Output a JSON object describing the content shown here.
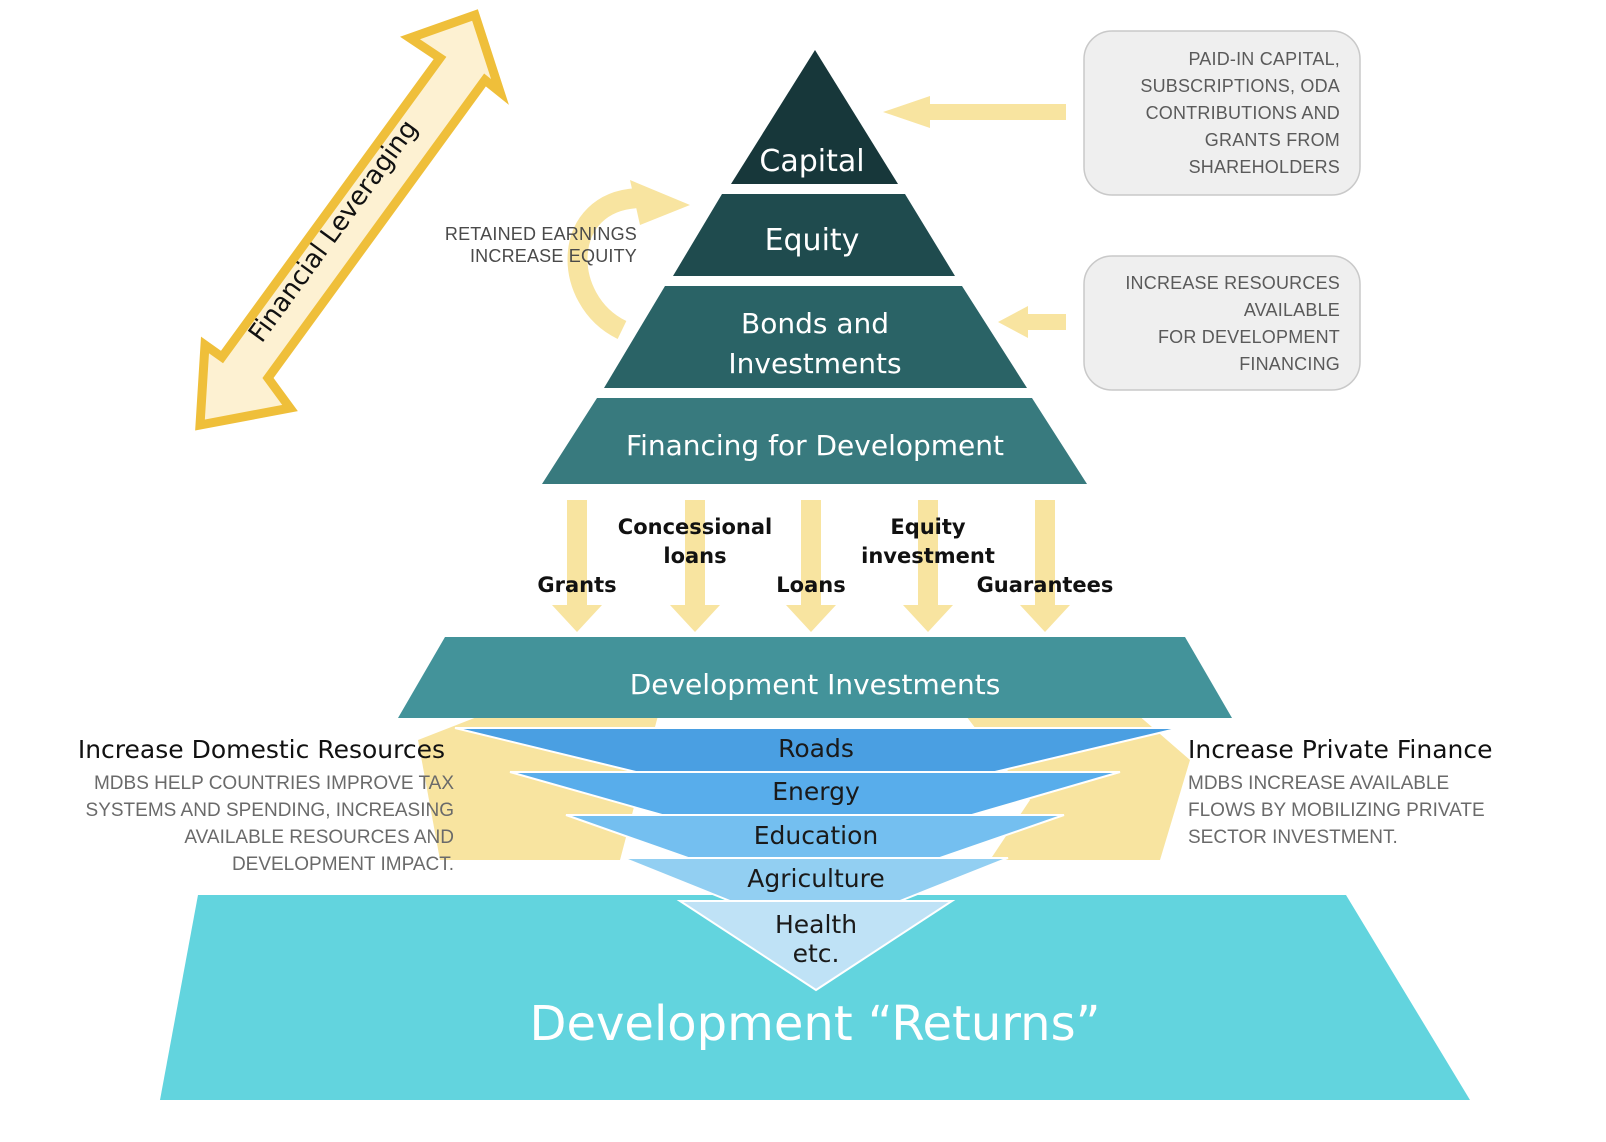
{
  "pyramid": {
    "tiers": [
      {
        "id": "capital",
        "label": "Capital",
        "color": "#17373a"
      },
      {
        "id": "equity",
        "label": "Equity",
        "color": "#1f4b4e"
      },
      {
        "id": "bonds",
        "label_lines": [
          "Bonds and",
          "Investments"
        ],
        "color": "#2a6366"
      },
      {
        "id": "financing",
        "label": "Financing for Development",
        "color": "#387a7e"
      }
    ]
  },
  "financial_leveraging": {
    "label": "Financial Leveraging"
  },
  "retained_earnings": {
    "lines": [
      "RETAINED EARNINGS",
      "INCREASE EQUITY"
    ]
  },
  "callouts": [
    {
      "id": "capital-sources",
      "lines": [
        "PAID-IN CAPITAL,",
        "SUBSCRIPTIONS, ODA",
        "CONTRIBUTIONS AND",
        "GRANTS FROM",
        "SHAREHOLDERS"
      ]
    },
    {
      "id": "increase-resources",
      "lines": [
        "INCREASE RESOURCES",
        "AVAILABLE",
        "FOR DEVELOPMENT",
        "FINANCING"
      ]
    }
  ],
  "instruments": [
    {
      "id": "grants",
      "lines": [
        "Grants"
      ]
    },
    {
      "id": "concessional-loans",
      "lines": [
        "Concessional",
        "loans"
      ]
    },
    {
      "id": "loans",
      "lines": [
        "Loans"
      ]
    },
    {
      "id": "equity-investment",
      "lines": [
        "Equity",
        "investment"
      ]
    },
    {
      "id": "guarantees",
      "lines": [
        "Guarantees"
      ]
    }
  ],
  "development_investments": {
    "label": "Development Investments",
    "color": "#43939a"
  },
  "sectors": [
    {
      "id": "roads",
      "lines": [
        "Roads"
      ],
      "color": "#4a9fe2"
    },
    {
      "id": "energy",
      "lines": [
        "Energy"
      ],
      "color": "#58adeb"
    },
    {
      "id": "education",
      "lines": [
        "Education"
      ],
      "color": "#74bff0"
    },
    {
      "id": "agriculture",
      "lines": [
        "Agriculture"
      ],
      "color": "#92cff2"
    },
    {
      "id": "health",
      "lines": [
        "Health",
        "etc."
      ],
      "color": "#bfe2f6"
    }
  ],
  "domestic": {
    "title": "Increase Domestic Resources",
    "body": [
      "MDBS HELP COUNTRIES IMPROVE TAX",
      "SYSTEMS AND SPENDING, INCREASING",
      "AVAILABLE RESOURCES AND",
      "DEVELOPMENT IMPACT."
    ]
  },
  "private": {
    "title": "Increase Private Finance",
    "body": [
      "MDBS INCREASE AVAILABLE",
      "FLOWS BY MOBILIZING PRIVATE",
      "SECTOR INVESTMENT."
    ]
  },
  "returns": {
    "label": "Development “Returns”",
    "color": "#62d4de"
  },
  "colors": {
    "arrow_yellow": "#f8e4a0",
    "lever_border": "#efbf3a",
    "lever_fill": "#fdf1d2",
    "callout_fill": "#efefef",
    "callout_border": "#c9c9c9"
  }
}
